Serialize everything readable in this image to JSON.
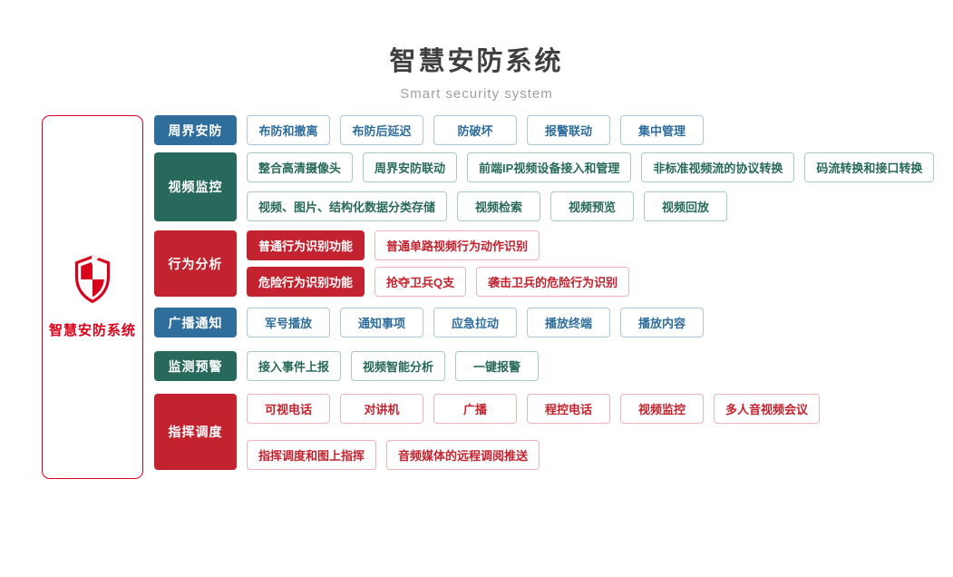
{
  "header": {
    "title": "智慧安防系统",
    "subtitle": "Smart security system"
  },
  "root": {
    "label": "智慧安防系统",
    "icon": "shield-icon"
  },
  "colors": {
    "blue": "#2e6d9c",
    "green": "#27695a",
    "red": "#c2232e",
    "accent_red": "#d9001b",
    "title_text": "#3f3f3f",
    "subtitle_text": "#9e9e9e"
  },
  "branches": [
    {
      "label": "周界安防",
      "color": "blue",
      "lines": [
        [
          {
            "label": "布防和撤离"
          },
          {
            "label": "布防后延迟"
          },
          {
            "label": "防破坏"
          },
          {
            "label": "报警联动"
          },
          {
            "label": "集中管理"
          }
        ]
      ]
    },
    {
      "label": "视频监控",
      "color": "green",
      "lines": [
        [
          {
            "label": "整合高清摄像头"
          },
          {
            "label": "周界安防联动"
          },
          {
            "label": "前端IP视频设备接入和管理"
          },
          {
            "label": "非标准视频流的协议转换"
          },
          {
            "label": "码流转换和接口转换"
          }
        ],
        [
          {
            "label": "视频、图片、结构化数据分类存储"
          },
          {
            "label": "视频检索"
          },
          {
            "label": "视频预览"
          },
          {
            "label": "视频回放"
          }
        ]
      ]
    },
    {
      "label": "行为分析",
      "color": "red",
      "lines": [
        [
          {
            "label": "普通行为识别功能",
            "solid": true
          },
          {
            "label": "普通单路视频行为动作识别"
          }
        ],
        [
          {
            "label": "危险行为识别功能",
            "solid": true
          },
          {
            "label": "抢夺卫兵Q支"
          },
          {
            "label": "袭击卫兵的危险行为识别"
          }
        ]
      ]
    },
    {
      "label": "广播通知",
      "color": "blue",
      "lines": [
        [
          {
            "label": "军号播放"
          },
          {
            "label": "通知事项"
          },
          {
            "label": "应急拉动"
          },
          {
            "label": "播放终端"
          },
          {
            "label": "播放内容"
          }
        ]
      ]
    },
    {
      "label": "监测预警",
      "color": "green",
      "lines": [
        [
          {
            "label": "接入事件上报"
          },
          {
            "label": "视频智能分析"
          },
          {
            "label": "一键报警"
          }
        ]
      ]
    },
    {
      "label": "指挥调度",
      "color": "red",
      "lines": [
        [
          {
            "label": "可视电话"
          },
          {
            "label": "对讲机"
          },
          {
            "label": "广播"
          },
          {
            "label": "程控电话"
          },
          {
            "label": "视频监控"
          },
          {
            "label": "多人音视频会议"
          }
        ],
        [
          {
            "label": "指挥调度和图上指挥"
          },
          {
            "label": "音频媒体的远程调阅推送"
          }
        ]
      ]
    }
  ]
}
